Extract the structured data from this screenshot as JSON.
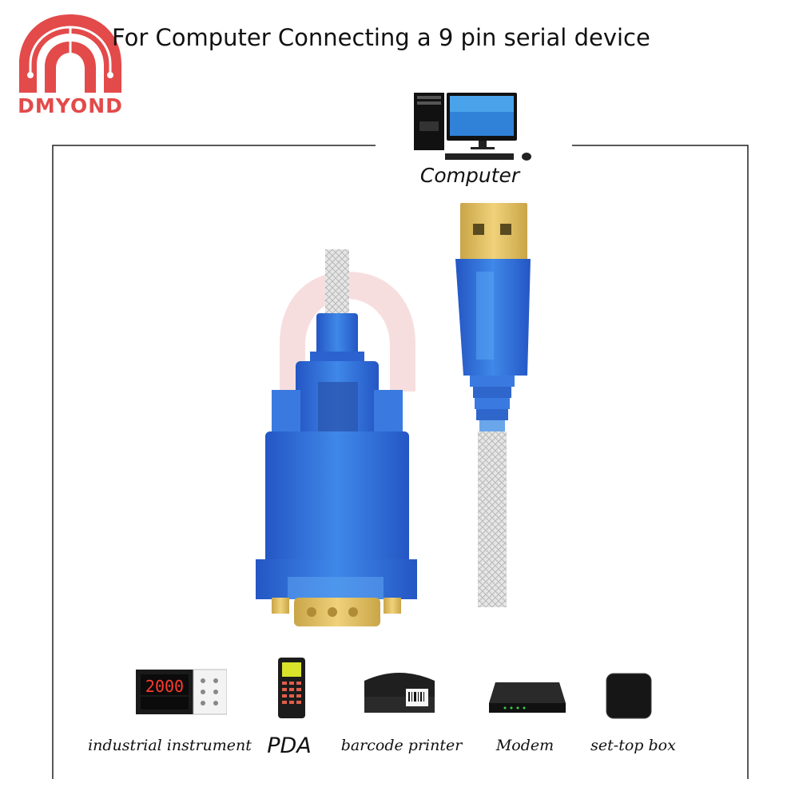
{
  "brand": {
    "name": "DMYOND",
    "color": "#e34a4a"
  },
  "headline": "For Computer Connecting a 9 pin serial device",
  "computer": {
    "label": "Computer",
    "icon": "desktop-computer-icon"
  },
  "product": {
    "name": "usb-to-db9-serial-cable",
    "connector_color": "#2f6fd6",
    "pins_color": "#d2b24a"
  },
  "devices": [
    {
      "label": "industrial instrument",
      "icon": "industrial-instrument-icon",
      "display_text": "2000"
    },
    {
      "label": "PDA",
      "icon": "pda-icon"
    },
    {
      "label": "barcode printer",
      "icon": "barcode-printer-icon"
    },
    {
      "label": "Modem",
      "icon": "modem-icon"
    },
    {
      "label": "set-top box",
      "icon": "set-top-box-icon"
    }
  ]
}
